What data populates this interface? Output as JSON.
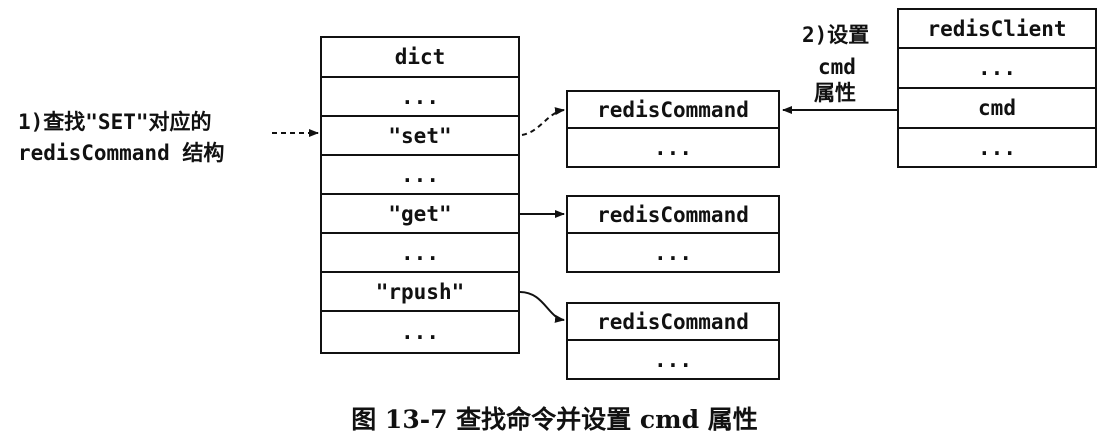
{
  "dict": {
    "cells": [
      "dict",
      "...",
      "\"set\"",
      "...",
      "\"get\"",
      "...",
      "\"rpush\"",
      "..."
    ]
  },
  "commands": [
    {
      "title": "redisCommand",
      "body": "..."
    },
    {
      "title": "redisCommand",
      "body": "..."
    },
    {
      "title": "redisCommand",
      "body": "..."
    }
  ],
  "client": {
    "cells": [
      "redisClient",
      "...",
      "cmd",
      "..."
    ]
  },
  "labels": {
    "step1_line1": "1)查找\"SET\"对应的",
    "step1_line2": "redisCommand 结构",
    "step2_line1": "2)设置",
    "step2_line2": "cmd",
    "step2_line3": "属性"
  },
  "caption": "图 13-7   查找命令并设置 cmd 属性"
}
